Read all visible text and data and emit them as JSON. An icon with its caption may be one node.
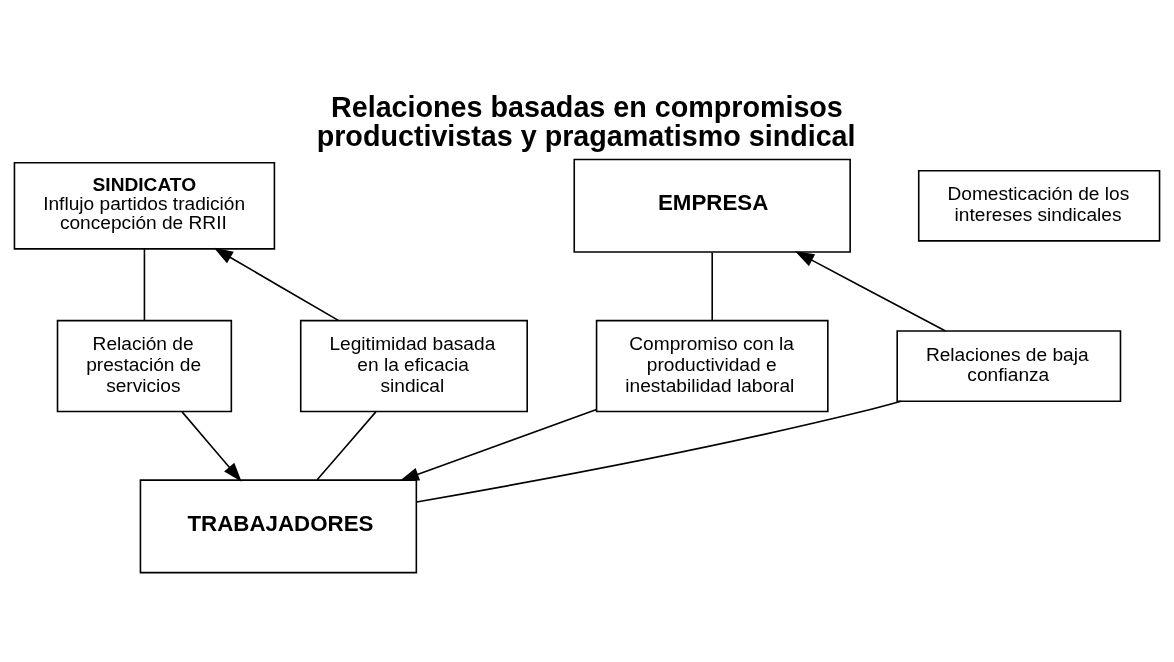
{
  "diagram": {
    "title": "Relaciones basadas en compromisos productivistas y pragamatismo sindical",
    "nodes": [
      {
        "text": [
          "SINDICATO",
          "Influjo partidos tradición concepción de RRII"
        ]
      },
      {
        "text": [
          "Domesticación de los intereses sindicales"
        ]
      },
      {
        "text": [
          "EMPRESA"
        ]
      },
      {
        "text": [
          "Relación de prestación de servicios"
        ]
      },
      {
        "text": [
          "Relaciones de baja confianza"
        ]
      },
      {
        "text": [
          "Legitimidad basada en la eficacia sindical"
        ]
      },
      {
        "text": [
          "Compromiso con la productividad e inestabilidad laboral"
        ]
      },
      {
        "text": [
          "TRABAJADORES"
        ]
      }
    ],
    "edges": [
      {
        "from": 0,
        "to": 3,
        "arrow": "none"
      },
      {
        "from": 3,
        "to": 7,
        "arrow": "to"
      },
      {
        "from": 7,
        "to": 5,
        "arrow": "none"
      },
      {
        "from": 5,
        "to": 0,
        "arrow": "to"
      },
      {
        "from": 2,
        "to": 6,
        "arrow": "none"
      },
      {
        "from": 6,
        "to": 7,
        "arrow": "to"
      },
      {
        "from": 7,
        "to": 4,
        "arrow": "none"
      },
      {
        "from": 4,
        "to": 2,
        "arrow": "to"
      }
    ]
  }
}
